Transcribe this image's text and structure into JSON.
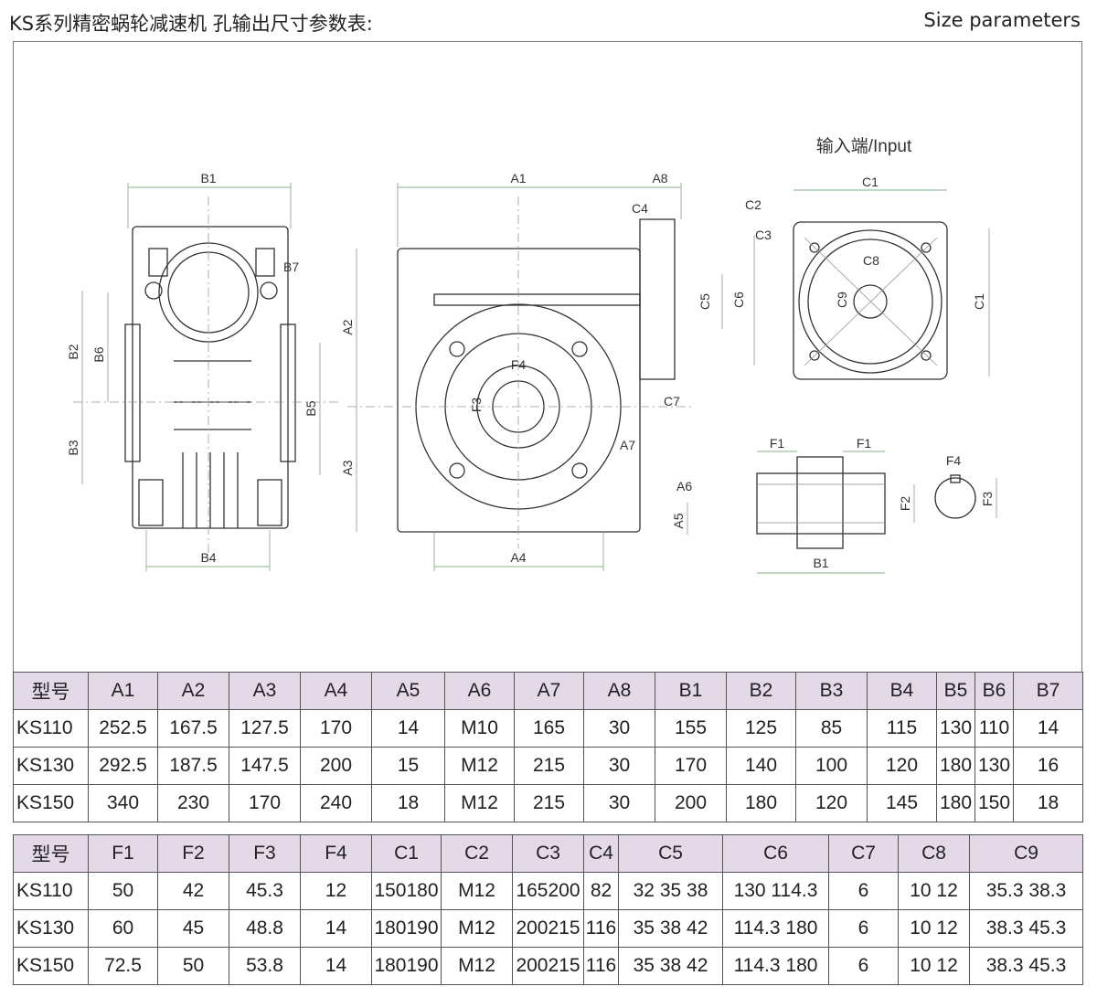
{
  "header": {
    "title": "KS系列精密蜗轮减速机 孔输出尺寸参数表:",
    "subtitle": "Size parameters"
  },
  "drawing": {
    "input_label": "输入端/Input",
    "dim_labels": {
      "B1": "B1",
      "B7": "B7",
      "B2": "B2",
      "B6": "B6",
      "B3": "B3",
      "B4": "B4",
      "B5": "B5",
      "A1": "A1",
      "A8": "A8",
      "C4": "C4",
      "A2": "A2",
      "A3": "A3",
      "A4": "A4",
      "A5": "A5",
      "A6": "A6",
      "A7": "A7",
      "C5": "C5",
      "C6": "C6",
      "C7": "C7",
      "F4": "F4",
      "F3": "F3",
      "C1": "C1",
      "C2": "C2",
      "C3": "C3",
      "C8": "C8",
      "C9": "C9",
      "F1": "F1",
      "F2": "F2"
    }
  },
  "table1": {
    "headers": [
      "型号",
      "A1",
      "A2",
      "A3",
      "A4",
      "A5",
      "A6",
      "A7",
      "A8",
      "B1",
      "B2",
      "B3",
      "B4",
      "B5",
      "B6",
      "B7"
    ],
    "rows": [
      [
        "KS110",
        "252.5",
        "167.5",
        "127.5",
        "170",
        "14",
        "M10",
        "165",
        "30",
        "155",
        "125",
        "85",
        "115",
        "130",
        "110",
        "14"
      ],
      [
        "KS130",
        "292.5",
        "187.5",
        "147.5",
        "200",
        "15",
        "M12",
        "215",
        "30",
        "170",
        "140",
        "100",
        "120",
        "180",
        "130",
        "16"
      ],
      [
        "KS150",
        "340",
        "230",
        "170",
        "240",
        "18",
        "M12",
        "215",
        "30",
        "200",
        "180",
        "120",
        "145",
        "180",
        "150",
        "18"
      ]
    ]
  },
  "table2": {
    "headers": [
      "型号",
      "F1",
      "F2",
      "F3",
      "F4",
      "C1",
      "C2",
      "C3",
      "C4",
      "C5",
      "C6",
      "C7",
      "C8",
      "C9"
    ],
    "rows": [
      [
        "KS110",
        "50",
        "42",
        "45.3",
        "12",
        "150180",
        "M12",
        "165200",
        "82",
        "32 35 38",
        "130 114.3",
        "6",
        "10 12",
        "35.3 38.3"
      ],
      [
        "KS130",
        "60",
        "45",
        "48.8",
        "14",
        "180190",
        "M12",
        "200215",
        "116",
        "35 38 42",
        "114.3 180",
        "6",
        "10 12",
        "38.3 45.3"
      ],
      [
        "KS150",
        "72.5",
        "50",
        "53.8",
        "14",
        "180190",
        "M12",
        "200215",
        "116",
        "35 38 42",
        "114.3 180",
        "6",
        "10 12",
        "38.3 45.3"
      ]
    ]
  }
}
